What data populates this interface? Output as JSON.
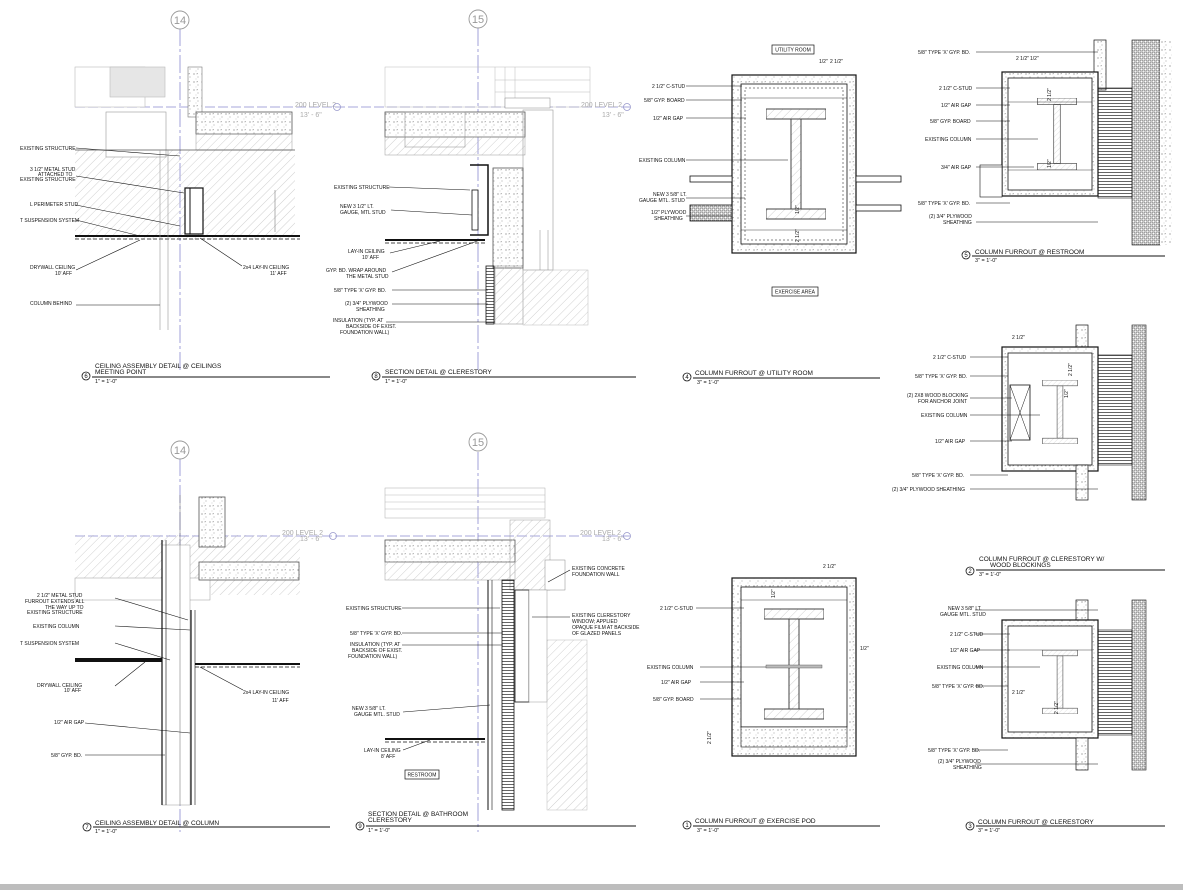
{
  "grid_bubbles": {
    "g14": "14",
    "g15": "15"
  },
  "level_marker": {
    "name": "200 LEVEL 2",
    "elev": "13' - 6\""
  },
  "details": {
    "d6": {
      "num": "6",
      "title1": "CEILING ASSEMBLY DETAIL @ CEILINGS",
      "title2": "MEETING POINT",
      "scale": "1\" = 1'-0\"",
      "labels": [
        "EXISTING STRUCTURE",
        "3 1/2\" METAL STUD",
        "ATTACHED TO",
        "EXISTING STRUCTURE",
        "L PERIMETER STUD",
        "T SUSPENSION SYSTEM",
        "DRYWALL CEILING",
        "10' AFF",
        "COLUMN BEHIND",
        "2x4 LAY-IN CEILING",
        "11' AFF"
      ]
    },
    "d8": {
      "num": "8",
      "title": "SECTION DETAIL @ CLERESTORY",
      "scale": "1\" = 1'-0\"",
      "labels": [
        "EXISTING STRUCTURE",
        "NEW 3 1/2\" LT.",
        "GAUGE, MTL STUD",
        "LAY-IN CEILING",
        "10' AFF",
        "GYP. BD. WRAP AROUND",
        "THE METAL STUD",
        "5/8\" TYPE 'X' GYP. BD.",
        "(2) 3/4\" PLYWOOD",
        "SHEATHING",
        "INSULATION (TYP. AT",
        "BACKSIDE OF EXIST.",
        "FOUNDATION WALL)"
      ]
    },
    "d4": {
      "num": "4",
      "title": "COLUMN FURROUT @ UTILITY ROOM",
      "scale": "3\" = 1'-0\"",
      "room_top": "UTILITY ROOM",
      "room_bottom": "EXERCISE AREA",
      "labels": [
        "2 1/2\" C-STUD",
        "5/8\" GYP. BOARD",
        "1/2\" AIR GAP",
        "EXISTING COLUMN",
        "NEW 3 5/8\" LT.",
        "GAUGE MTL. STUD",
        "1/2\" PLYWOOD",
        "SHEATHING"
      ],
      "dims": [
        "1/2\"",
        "2 1/2\"",
        "1/2\"",
        "2 1/2\""
      ]
    },
    "d5": {
      "num": "5",
      "title": "COLUMN FURROUT @ RESTROOM",
      "scale": "3\" = 1'-0\"",
      "labels": [
        "5/8\" TYPE 'X' GYP. BD.",
        "2 1/2\" C-STUD",
        "1/2\" AIR GAP",
        "5/8\" GYP. BOARD",
        "EXISTING COLUMN",
        "3/4\" AIR GAP",
        "5/8\" TYPE 'X' GYP. BD.",
        "(2) 3/4\" PLYWOOD",
        "SHEATHING"
      ],
      "dims": [
        "2 1/2\"",
        "1/2\"",
        "2 1/2\"",
        "1/2\""
      ]
    },
    "d2": {
      "num": "2",
      "title1": "COLUMN FURROUT @ CLERESTORY W/",
      "title2": "WOOD BLOCKINGS",
      "scale": "3\" = 1'-0\"",
      "labels": [
        "2 1/2\" C-STUD",
        "5/8\" TYPE 'X' GYP. BD.",
        "(2) 2X8 WOOD BLOCKING",
        "FOR ANCHOR JOINT",
        "EXISTING COLUMN",
        "1/2\" AIR GAP",
        "5/8\" TYPE 'X' GYP. BD.",
        "(2) 3/4\" PLYWOOD SHEATHING"
      ],
      "dims": [
        "2 1/2\"",
        "2 1/2\"",
        "1/2\""
      ]
    },
    "d7": {
      "num": "7",
      "title": "CEILING ASSEMBLY DETAIL @ COLUMN",
      "scale": "1\" = 1'-0\"",
      "labels": [
        "2 1/2\" METAL STUD",
        "FURROUT EXTENDS ALL",
        "THE WAY UP TO",
        "EXISTING STRUCTURE",
        "EXISTING COLUMN",
        "T SUSPENSION SYSTEM",
        "DRYWALL CEILING",
        "10' AFF",
        "1/2\" AIR GAP",
        "5/8\" GYP. BD.",
        "2x4 LAY-IN CEILING",
        "11' AFF"
      ]
    },
    "d9": {
      "num": "9",
      "title1": "SECTION DETAIL @ BATHROOM",
      "title2": "CLERESTORY",
      "scale": "1\" = 1'-0\"",
      "room": "RESTROOM",
      "labels": [
        "EXISTING STRUCTURE",
        "5/8\" TYPE 'X' GYP. BD.",
        "INSULATION (TYP. AT",
        "BACKSIDE OF EXIST.",
        "FOUNDATION WALL)",
        "NEW 3 5/8\" LT.",
        "GAUGE MTL. STUD",
        "LAY-IN CEILING",
        "8' AFF",
        "EXISTING CONCRETE",
        "FOUNDATION WALL",
        "EXISTING CLERESTORY",
        "WINDOW; APPLIED",
        "OPAQUE FILM AT BACKSIDE",
        "OF GLAZED PANELS"
      ]
    },
    "d1": {
      "num": "1",
      "title": "COLUMN FURROUT @ EXERCISE POD",
      "scale": "3\" = 1'-0\"",
      "labels": [
        "2 1/2\" C-STUD",
        "EXISTING COLUMN",
        "1/2\" AIR GAP",
        "5/8\" GYP. BOARD"
      ],
      "dims": [
        "2 1/2\"",
        "1/2\"",
        "1/2\"",
        "2 1/2\""
      ]
    },
    "d3": {
      "num": "3",
      "title": "COLUMN FURROUT @ CLERESTORY",
      "scale": "3\" = 1'-0\"",
      "labels": [
        "NEW 3 5/8\" LT.",
        "GAUGE MTL. STUD",
        "2 1/2\" C-STUD",
        "1/2\" AIR GAP",
        "EXISTING COLUMN",
        "5/8\" TYPE 'X' GYP. BD.",
        "5/8\" TYPE 'X' GYP. BD.",
        "(2) 3/4\" PLYWOOD",
        "SHEATHING"
      ],
      "dims": [
        "2 1/2\"",
        "2 1/2\""
      ]
    }
  }
}
